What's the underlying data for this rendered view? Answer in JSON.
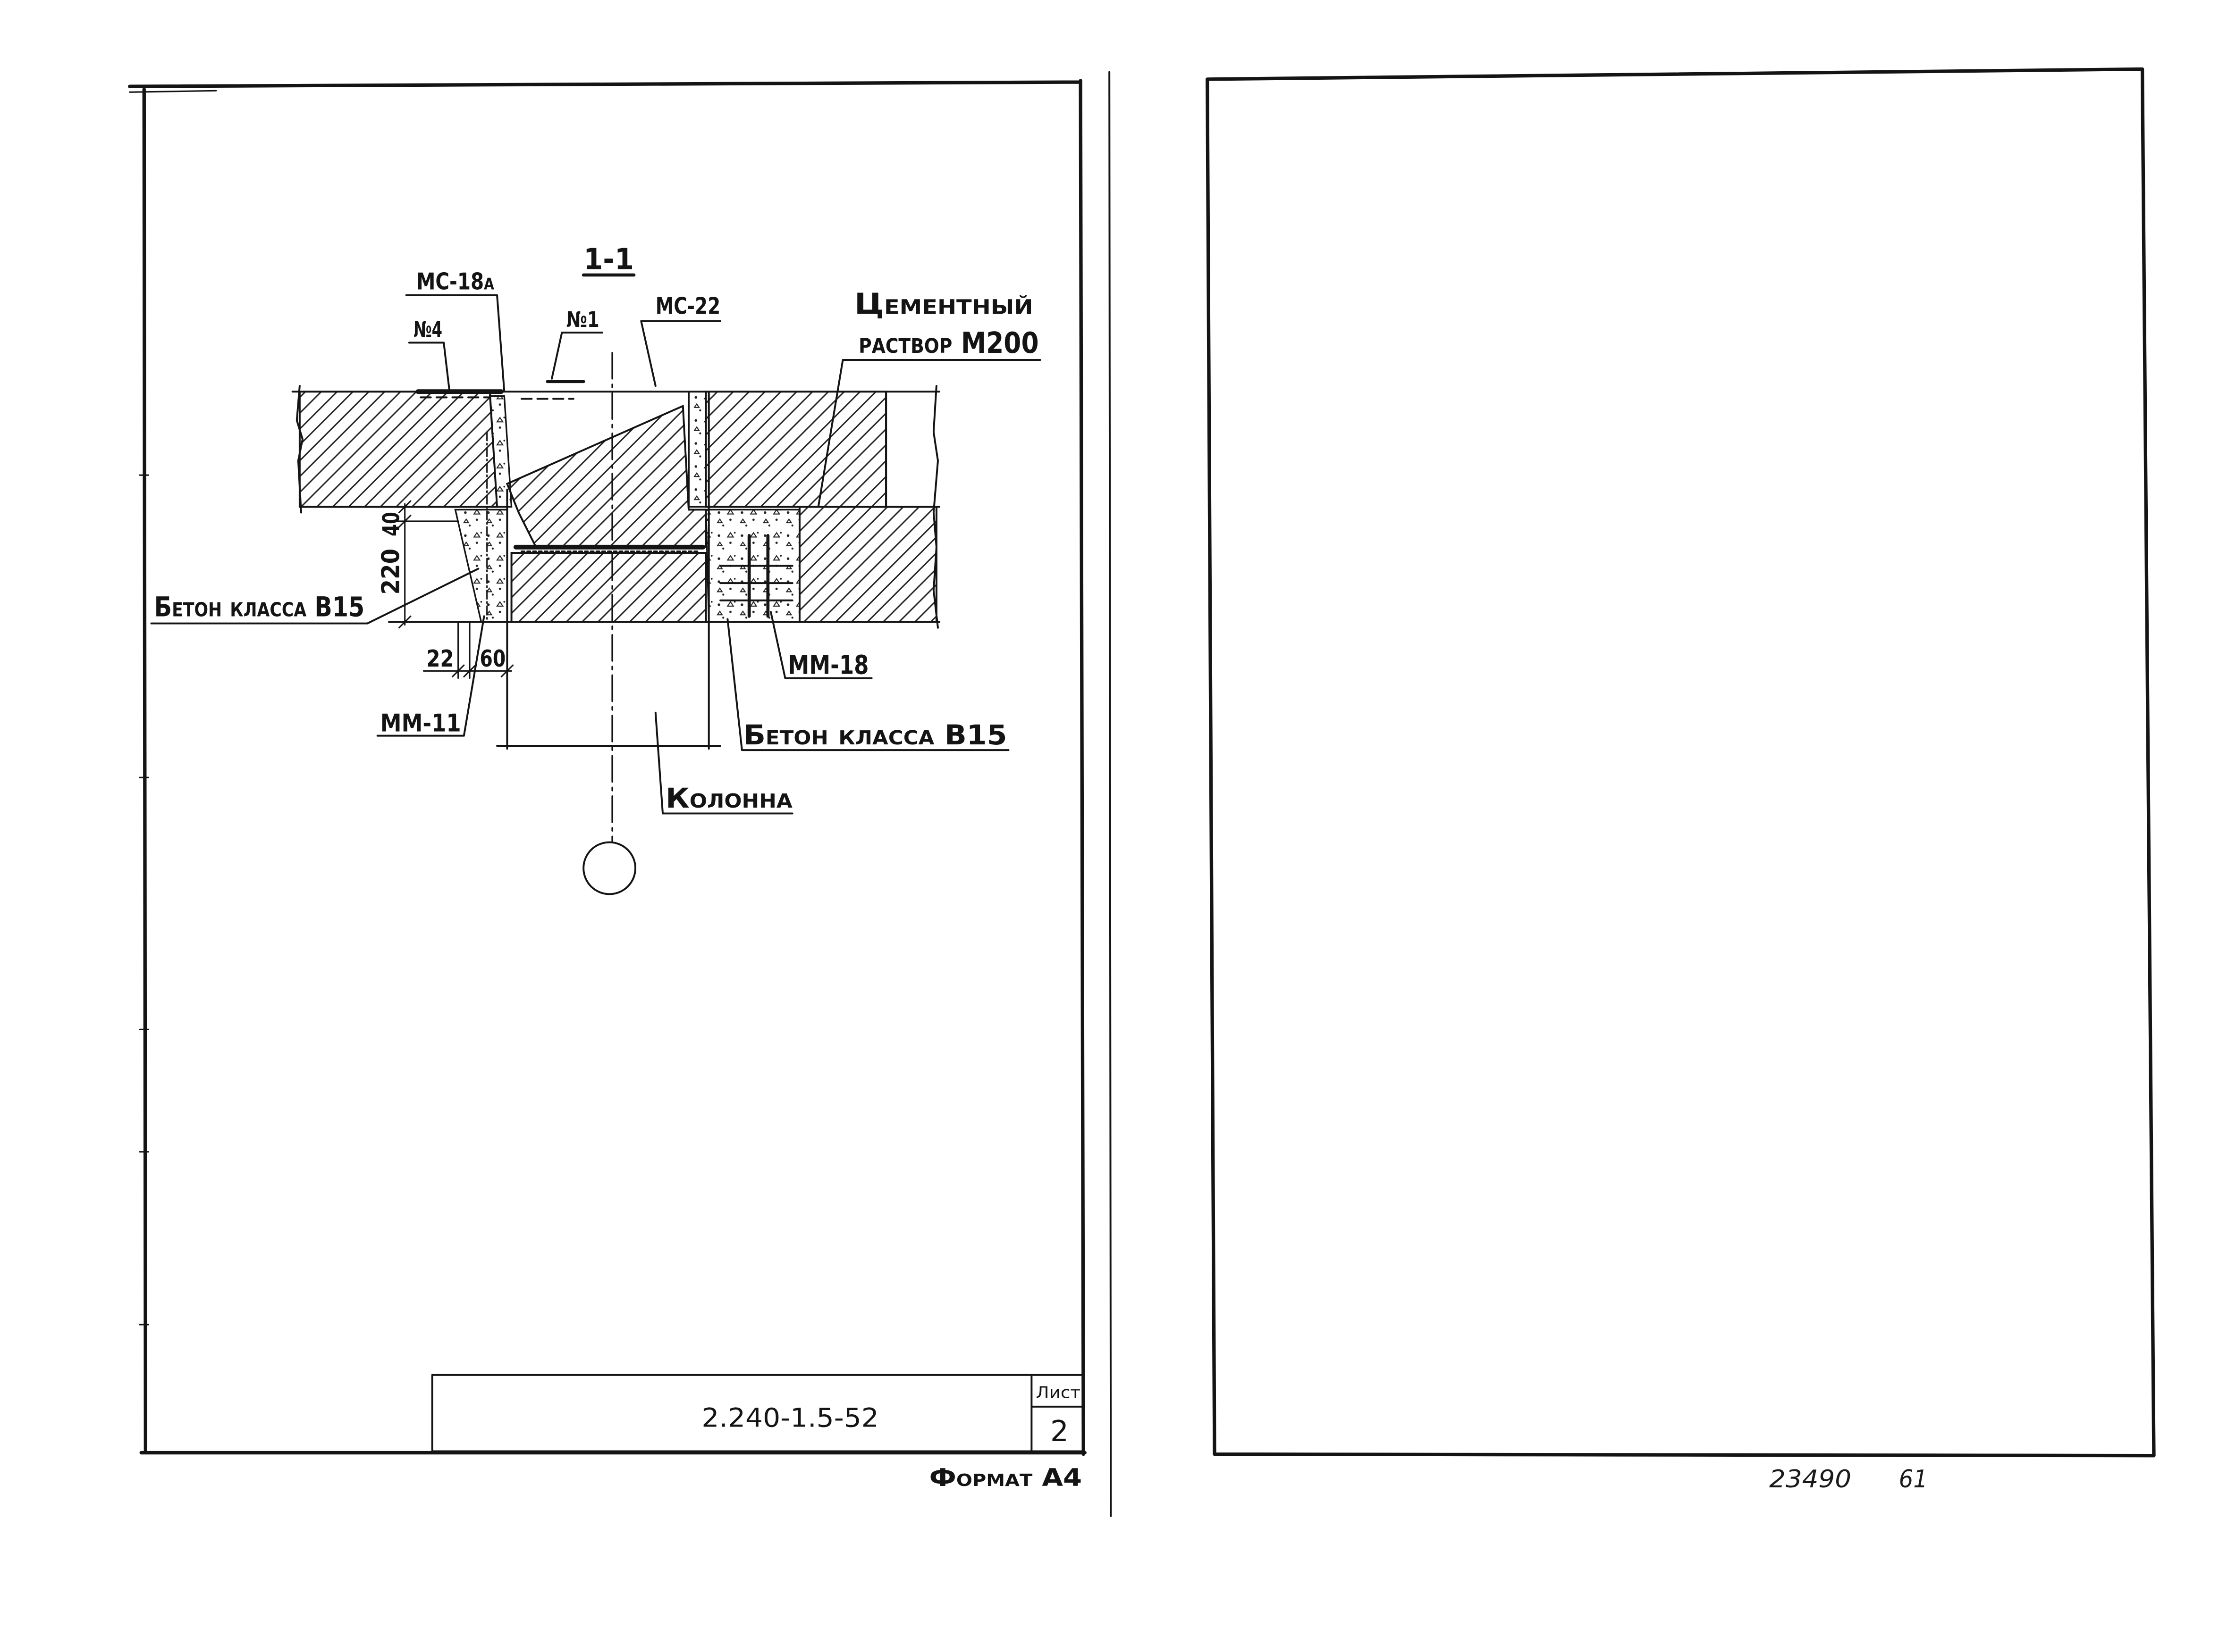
{
  "drawing": {
    "section_label": "1-1",
    "labels": {
      "ms18a": "МС-18а",
      "no4": "№4",
      "no1": "№1",
      "ms22": "МС-22",
      "cement_line1": "Цементный",
      "cement_line2": "раствор М200",
      "concrete_left": "Бетон класса В15",
      "concrete_right": "Бетон класса В15",
      "mm11": "ММ-11",
      "mm18": "ММ-18",
      "column": "Колонна"
    },
    "dimensions": {
      "d220": "220",
      "d40": "40",
      "d22": "22",
      "d60": "60"
    }
  },
  "title_block": {
    "designation": "2.240-1.5-52",
    "sheet_label": "Лист",
    "sheet_number": "2"
  },
  "format_note": "Формат А4",
  "right_sheet": {
    "inventory_number": "23490",
    "page_number": "61"
  }
}
